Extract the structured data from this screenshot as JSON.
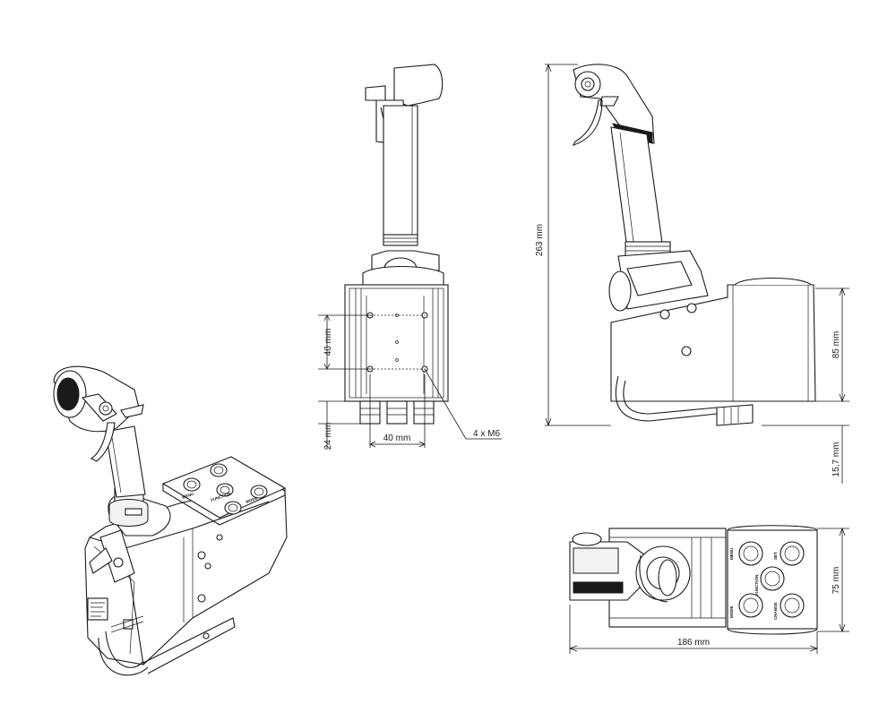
{
  "dimensions": {
    "height_total": "263 mm",
    "height_body": "85 mm",
    "height_foot": "15,7 mm",
    "width_depth": "75 mm",
    "length_total": "186 mm",
    "hole_spacing_vertical": "40 mm",
    "hole_spacing_horizontal": "40 mm",
    "connector_height": "24 mm",
    "thread_callout": "4 x M6"
  },
  "button_labels": {
    "menu": "MENU",
    "set": "SET",
    "function": "FUNCTION",
    "mode": "MODE",
    "change": "CHANGE"
  },
  "colors": {
    "line": "#1a1a1a",
    "paper": "#ffffff",
    "shade": "#f2f2f2"
  }
}
